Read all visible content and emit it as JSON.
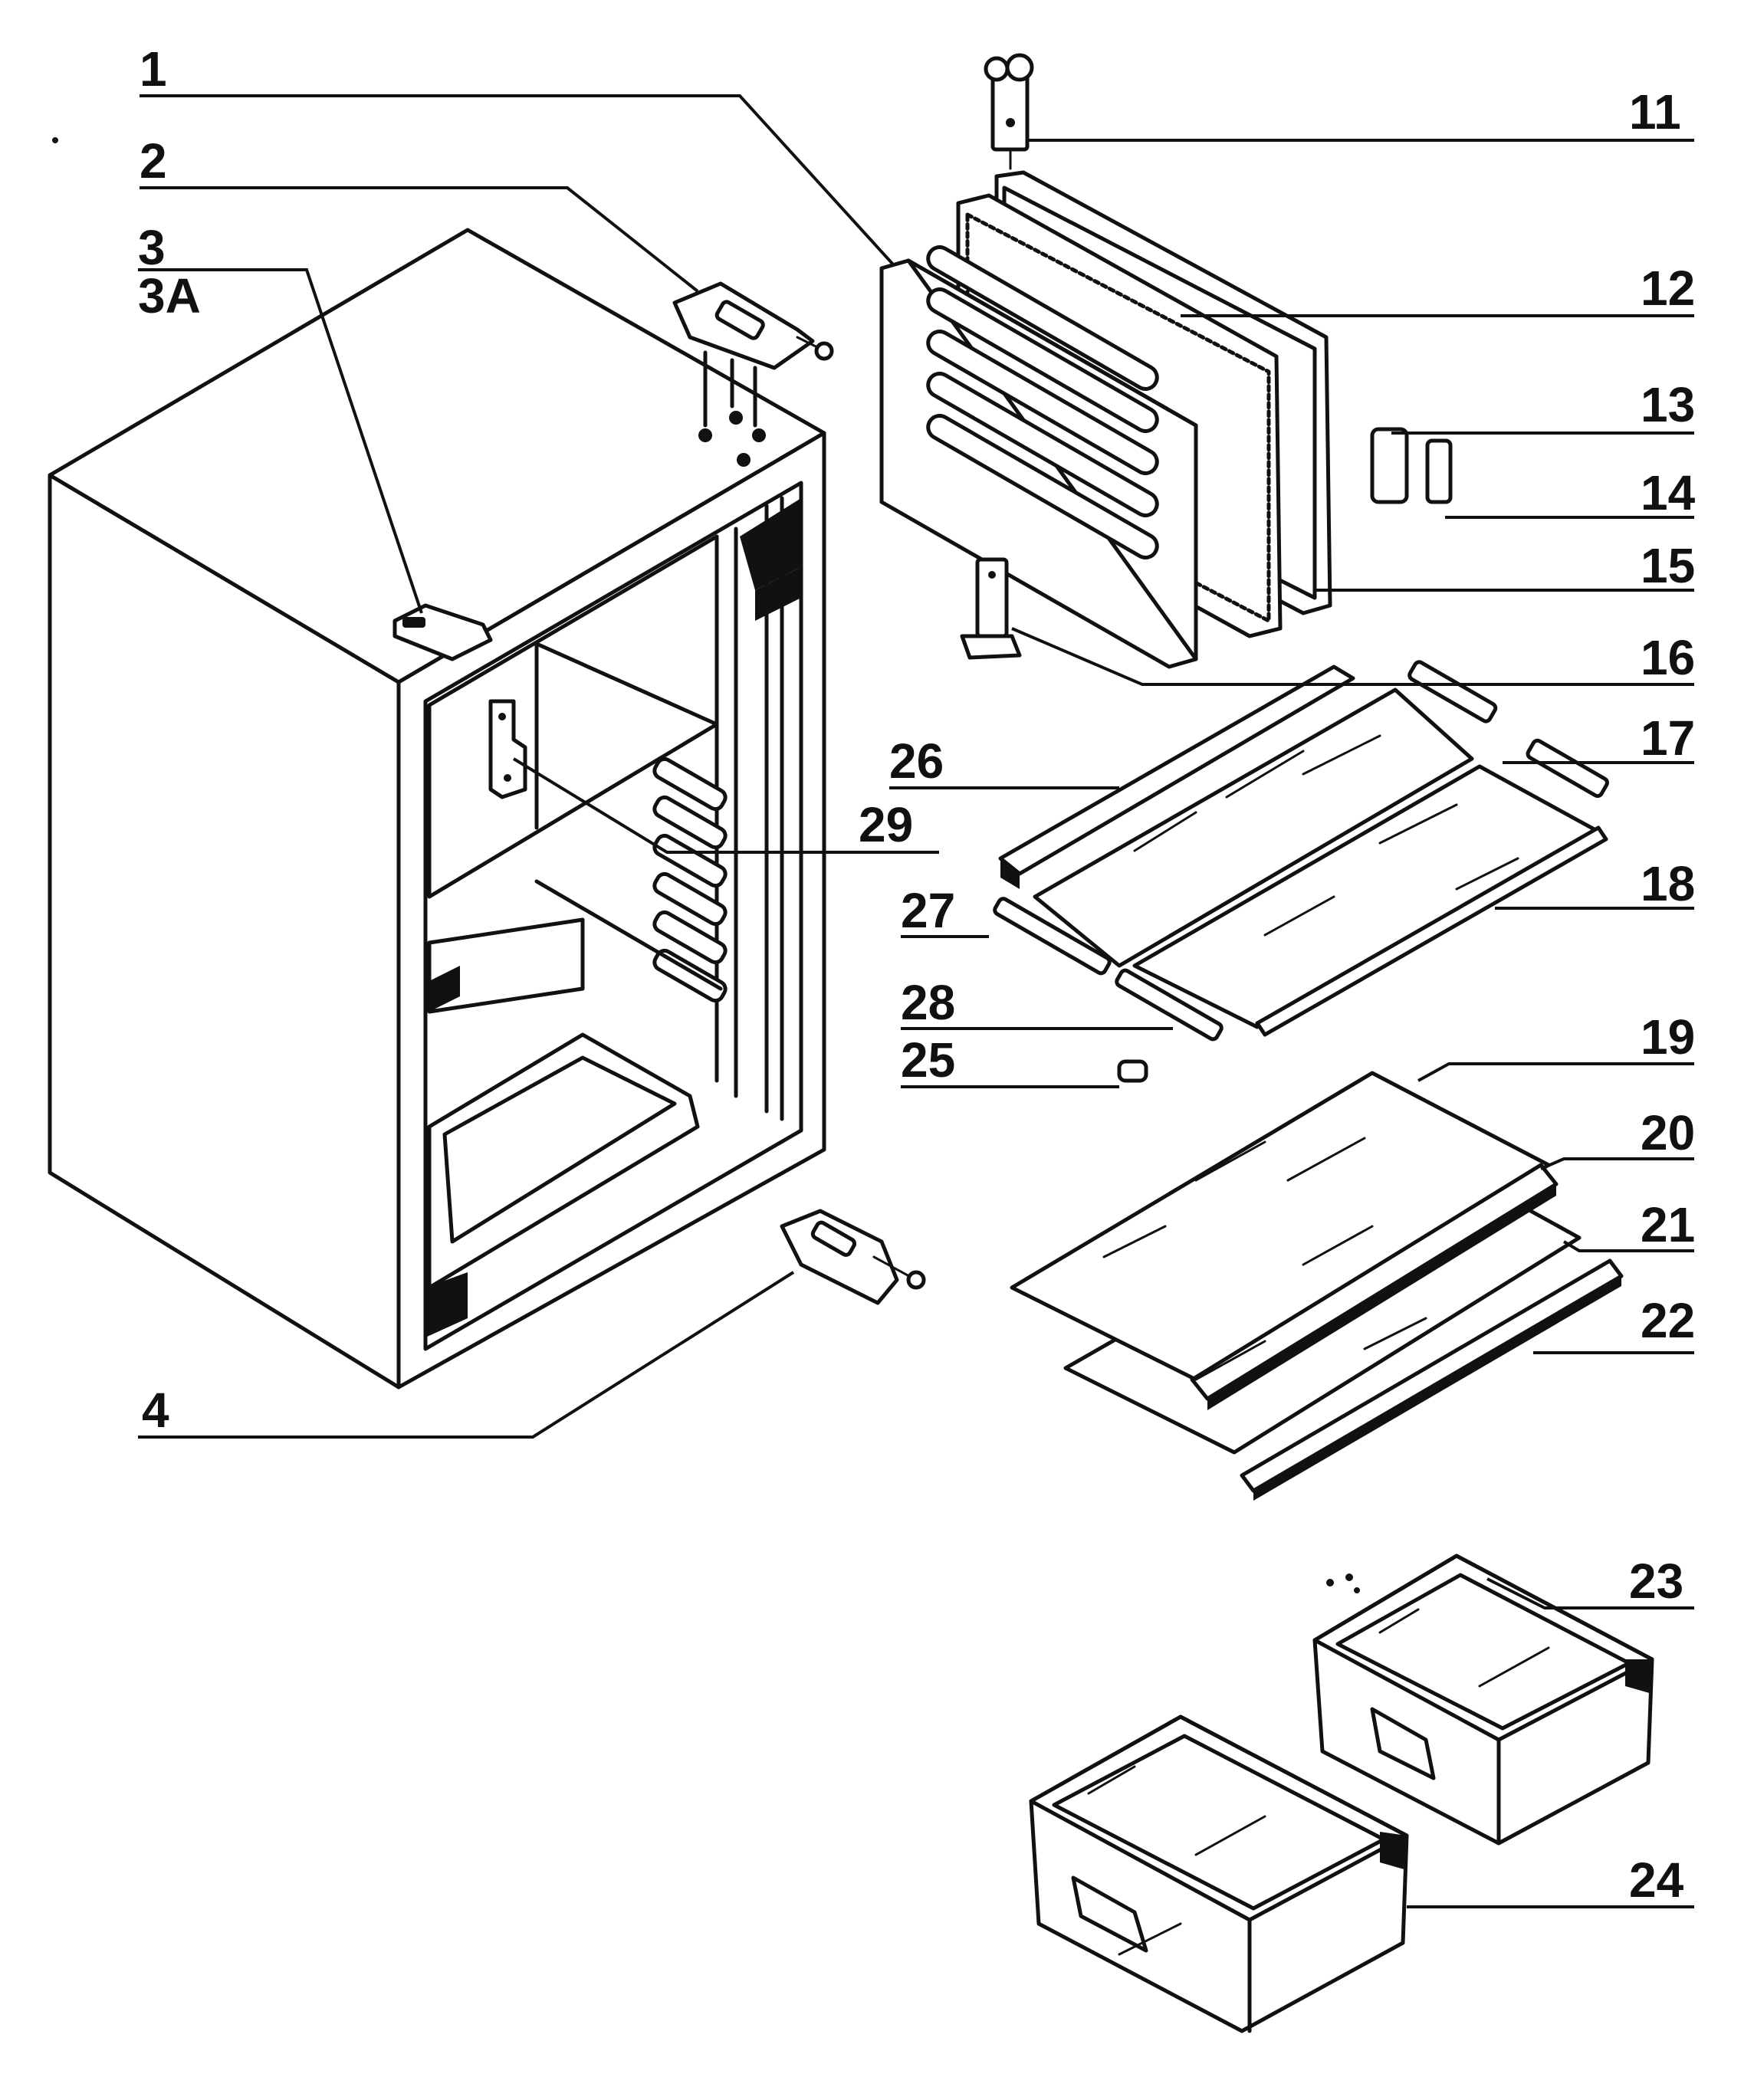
{
  "labels": {
    "l1": "1",
    "l2": "2",
    "l3": "3",
    "l3a": "3A",
    "l4": "4",
    "l11": "11",
    "l12": "12",
    "l13": "13",
    "l14": "14",
    "l15": "15",
    "l16": "16",
    "l17": "17",
    "l18": "18",
    "l19": "19",
    "l20": "20",
    "l21": "21",
    "l22": "22",
    "l23": "23",
    "l24": "24",
    "l25": "25",
    "l26": "26",
    "l27": "27",
    "l28": "28",
    "l29": "29"
  },
  "colors": {
    "ink": "#111111",
    "paper": "#ffffff"
  }
}
